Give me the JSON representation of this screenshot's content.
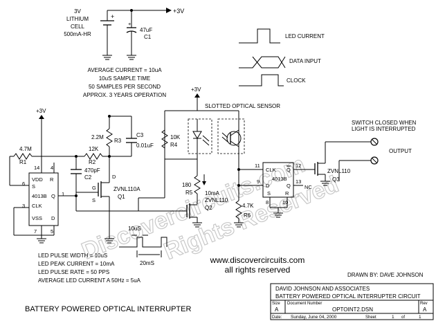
{
  "supply": {
    "battery_lines": [
      "3V",
      "LITHIUM",
      "CELL",
      "500mA-HR"
    ],
    "rail_label": "+3V",
    "cap_value": "47uF",
    "cap_ref": "C1"
  },
  "notes_top": [
    "AVERAGE CURRENT = 10uA",
    "10uS SAMPLE TIME",
    "50 SAMPLES PER SECOND",
    "APPROX. 3 YEARS OPERATION"
  ],
  "legend": {
    "led_current": "LED CURRENT",
    "data_input": "DATA INPUT",
    "clock": "CLOCK"
  },
  "sensor_title": "SLOTTED OPTICAL SENSOR",
  "switch_note": [
    "SWITCH CLOSED WHEN",
    "LIGHT IS INTERRUPTED"
  ],
  "output_label": "OUTPUT",
  "components": {
    "r1_val": "4.7M",
    "r1_ref": "R1",
    "r2_val": "12K",
    "r2_ref": "R2",
    "r3_val": "2.2M",
    "r3_ref": "R3",
    "r4_val": "10K",
    "r4_ref": "R4",
    "r5_val": "180",
    "r5_ref": "R5",
    "r6_val": "4.7K",
    "r6_ref": "R6",
    "c2_val": "470pF",
    "c2_ref": "C2",
    "c3_ref": "C3",
    "c3_val": "0.01uF",
    "q1_type": "ZVNL110A",
    "q1_ref": "Q1",
    "q2_current": "10mA",
    "q2_type": "ZVNL110",
    "q2_ref": "Q2",
    "q3_type": "ZVNL110",
    "q3_ref": "Q3"
  },
  "ic1": {
    "name": "4013B",
    "pins": {
      "vdd": "VDD",
      "r": "R",
      "s": "S",
      "d": "D",
      "q": "Q",
      "clk": "CLK",
      "vss": "VSS"
    },
    "nums": {
      "p14": "14",
      "p4": "4",
      "p6": "6",
      "p5": "5",
      "p1": "1",
      "p3": "3",
      "p7": "7"
    }
  },
  "ic2": {
    "name": "4013B",
    "pins": {
      "clk": "CLK",
      "d": "D",
      "qbar": "Q",
      "q": "Q",
      "s": "S",
      "r": "R",
      "nc": "NC"
    },
    "nums": {
      "p11": "11",
      "p9": "9",
      "p12": "12",
      "p13": "13",
      "p8": "8",
      "p10": "10"
    }
  },
  "pin_labels": {
    "g": "G",
    "s": "S",
    "d": "D"
  },
  "timing": {
    "pulse": "10uS",
    "period": "20mS"
  },
  "notes_bottom": [
    "LED PULSE WIDTH = 10uS",
    "LED PEAK CURRENT = 10mA",
    "LED PULSE RATE = 50 PPS",
    "AVERAGE LED CURRENT A 50Hz = 5uA"
  ],
  "website": "www.discovercircuits.com",
  "rights": "all rights reserved",
  "drawn_by": "DRAWN BY:  DAVE JOHNSON",
  "main_title": "BATTERY POWERED OPTICAL INTERRUPTER",
  "watermark": [
    "Discovercircuits.com",
    "Rights Reserved"
  ],
  "title_block": {
    "company": "DAVID JOHNSON AND ASSOCIATES",
    "title": "BATTERY POWERED OPTICAL INTERRUPTER CIRCUIT",
    "size_label": "Size",
    "size": "A",
    "docnum_label": "Document Number",
    "docnum": "OPTOINT2.DSN",
    "rev_label": "Rev",
    "rev": "A",
    "date_label": "Date:",
    "date": "Sunday, June 04, 2000",
    "sheet_label": "Sheet",
    "sheet": "1",
    "of_label": "of",
    "of": "1"
  }
}
